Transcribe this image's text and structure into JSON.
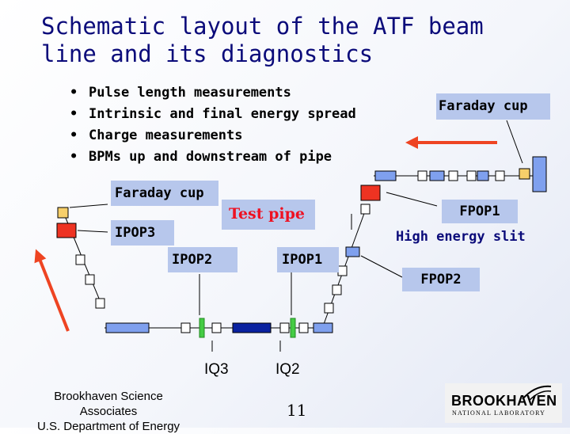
{
  "title_line1": "Schematic layout of the ATF beam",
  "title_line2": "line and its diagnostics",
  "bullets": [
    "Pulse length measurements",
    "Intrinsic and final energy spread",
    "Charge measurements",
    "BPMs up and downstream of pipe"
  ],
  "labels": {
    "faraday_cup_right": "Faraday cup",
    "faraday_cup_left": "Faraday cup",
    "ipop3": "IPOP3",
    "test_pipe": "Test pipe",
    "fpop1": "FPOP1",
    "high_energy_slit": "High energy slit",
    "ipop2": "IPOP2",
    "ipop1": "IPOP1",
    "fpop2": "FPOP2",
    "iq3": "IQ3",
    "iq2": "IQ2"
  },
  "footer": {
    "line1": "Brookhaven Science",
    "line2": "Associates",
    "line3": "U.S. Department of Energy"
  },
  "page_number": "11",
  "logo": {
    "name": "BROOKHAVEN",
    "subtitle": "NATIONAL LABORATORY"
  },
  "colors": {
    "title": "#0b0b7a",
    "label_box": "#b7c7ec",
    "arrow": "#ee4422",
    "red_block": "#ee3322",
    "yellow_block": "#f7cf6a",
    "blue_block": "#7fa0ee",
    "dark_block": "#0a22a0",
    "green_quad": "#44cc44",
    "test_pipe_text": "#ee1122"
  }
}
